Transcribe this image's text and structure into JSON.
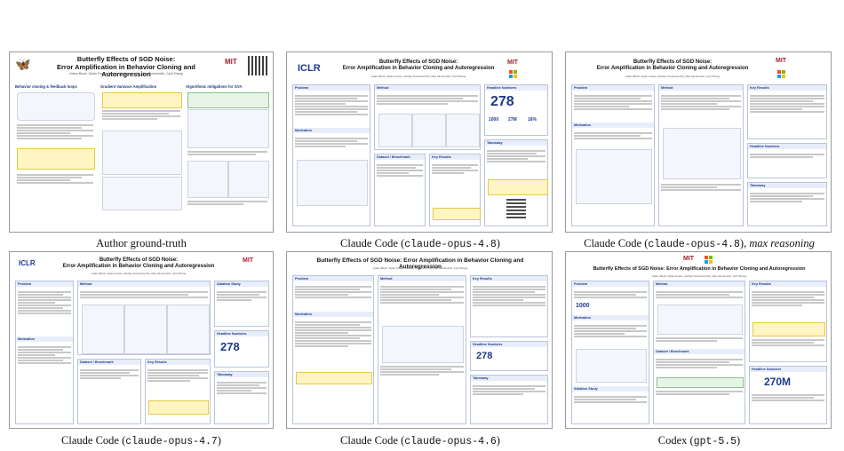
{
  "captions": [
    {
      "prefix": "Author ground-truth",
      "code": "",
      "suffix": "",
      "note": ""
    },
    {
      "prefix": "Claude Code (",
      "code": "claude-opus-4.8",
      "suffix": ")",
      "note": ""
    },
    {
      "prefix": "Claude Code (",
      "code": "claude-opus-4.8",
      "suffix": "), ",
      "note": "max reasoning"
    },
    {
      "prefix": "Claude Code (",
      "code": "claude-opus-4.7",
      "suffix": ")",
      "note": ""
    },
    {
      "prefix": "Claude Code (",
      "code": "claude-opus-4.6",
      "suffix": ")",
      "note": ""
    },
    {
      "prefix": "Codex (",
      "code": "gpt-5.5",
      "suffix": ")",
      "note": ""
    }
  ],
  "poster": {
    "title_line1": "Butterfly Effects of SGD Noise:",
    "title_line2": "Error Amplification in Behavior Cloning and Autoregression",
    "authors": "Adam Block, Dylan Foster, Akshay Krishnamurthy, Max Simchowitz, Cyril Zhang",
    "venue": "ICLR",
    "sections": {
      "problem": "Problem",
      "motivation": "Motivation",
      "method": "Method",
      "key_results": "Key Results",
      "headline_numbers": "Headline Numbers",
      "takeaway": "Takeaway",
      "dataset": "Dataset / Benchmark",
      "ablation": "Ablation Study",
      "bc_loops": "Behavior cloning & feedback loops",
      "gva": "Gradient Variance Amplification",
      "algo": "Algorithmic mitigations for GVA"
    },
    "headline_value": "278",
    "headline_value_b": "270M",
    "mini_stats": [
      "1000",
      "27M",
      "16%"
    ]
  },
  "colors": {
    "accent": "#1d3a8a",
    "mit_red": "#a31f34",
    "highlight": "#fff5c2"
  }
}
